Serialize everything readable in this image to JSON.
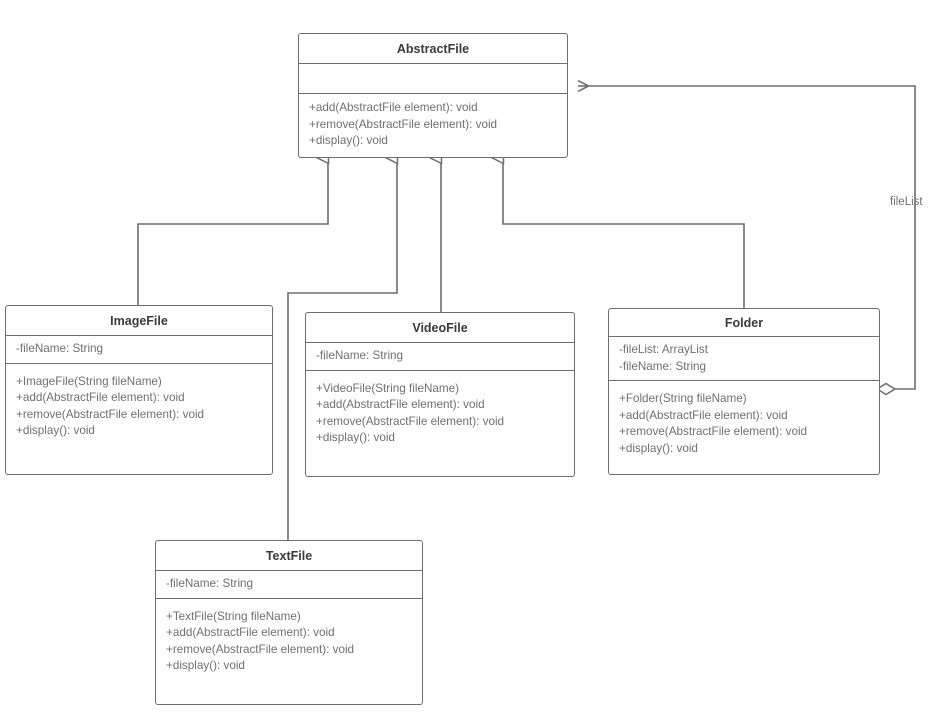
{
  "diagram": {
    "kind": "uml-class-diagram",
    "background": "#ffffff",
    "line_color": "#6e6e6e",
    "text_color": "#707070",
    "title_color": "#3b3b3b"
  },
  "classes": {
    "abstractfile": {
      "name": "AbstractFile",
      "attributes": [],
      "operations": [
        "+add(AbstractFile element): void",
        "+remove(AbstractFile element): void",
        "+display(): void"
      ]
    },
    "imagefile": {
      "name": "ImageFile",
      "attributes": [
        "-fileName: String"
      ],
      "operations": [
        "+ImageFile(String fileName)",
        "+add(AbstractFile element): void",
        "+remove(AbstractFile element): void",
        "+display(): void"
      ]
    },
    "videofile": {
      "name": "VideoFile",
      "attributes": [
        "-fileName: String"
      ],
      "operations": [
        "+VideoFile(String fileName)",
        "+add(AbstractFile element): void",
        "+remove(AbstractFile element): void",
        "+display(): void"
      ]
    },
    "folder": {
      "name": "Folder",
      "attributes": [
        "-fileList: ArrayList",
        "-fileName: String"
      ],
      "operations": [
        "+Folder(String fileName)",
        "+add(AbstractFile element): void",
        "+remove(AbstractFile element): void",
        "+display(): void"
      ]
    },
    "textfile": {
      "name": "TextFile",
      "attributes": [
        "-fileName: String"
      ],
      "operations": [
        "+TextFile(String fileName)",
        "+add(AbstractFile element): void",
        "+remove(AbstractFile element): void",
        "+display(): void"
      ]
    }
  },
  "relations": {
    "aggregation_label": "fileList"
  }
}
